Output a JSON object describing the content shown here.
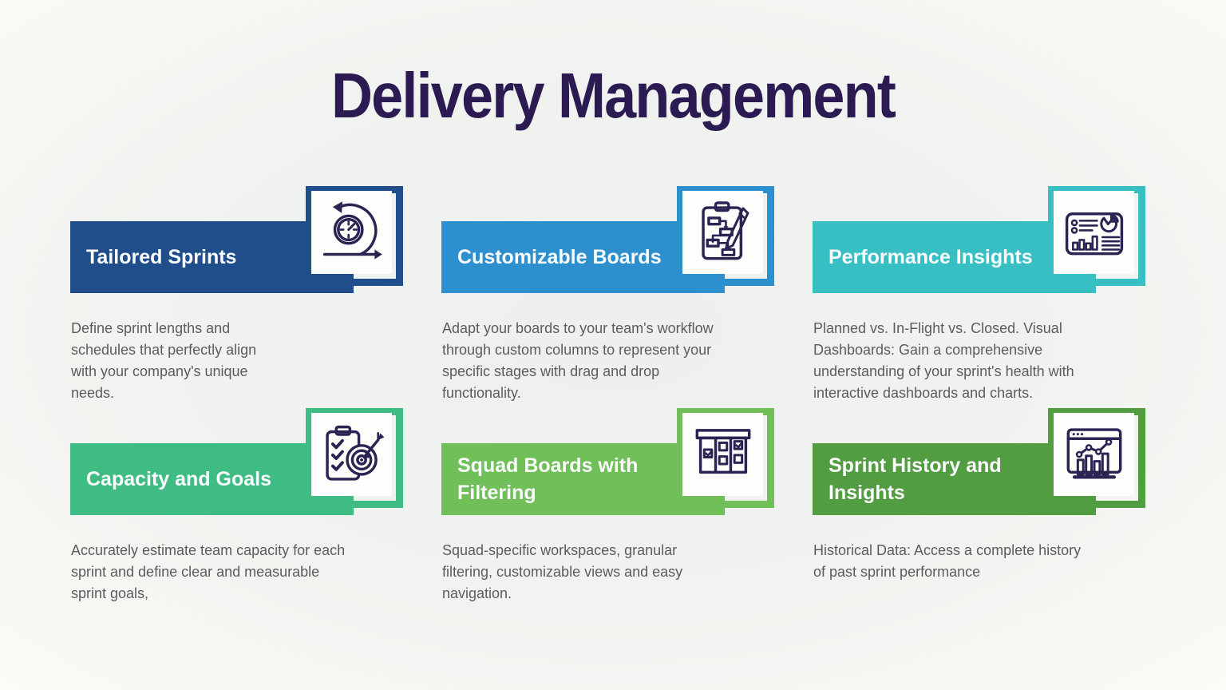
{
  "page": {
    "title": "Delivery Management",
    "colors": {
      "title": "#2b1b52",
      "body_text": "#5c5c60",
      "banner_text": "#fafcfd",
      "icon_stroke": "#2a2452",
      "icon_box_bg": "#fdfdfb",
      "background_center": "#edf0ed",
      "background_edge": "#fdfcf9"
    }
  },
  "cards": [
    {
      "title": "Tailored Sprints",
      "description": "Define sprint lengths and schedules that perfectly align with your company's unique needs.",
      "accent": "#1f4e8b",
      "icon": "sprint-cycle-icon"
    },
    {
      "title": "Customizable Boards",
      "description": "Adapt your boards to your team's workflow through custom columns to represent your specific stages with drag and drop functionality.",
      "accent": "#2e8fce",
      "icon": "workflow-clipboard-icon"
    },
    {
      "title": "Performance Insights",
      "description": "Planned vs. In-Flight vs. Closed. Visual Dashboards: Gain a comprehensive understanding of your sprint's health with interactive dashboards and charts.",
      "accent": "#38bfc4",
      "icon": "dashboard-charts-icon"
    },
    {
      "title": "Capacity and Goals",
      "description": "Accurately estimate team capacity for each sprint and define clear and measurable sprint goals,",
      "accent": "#3fbc83",
      "icon": "checklist-target-icon"
    },
    {
      "title": "Squad Boards with Filtering",
      "description": "Squad-specific workspaces, granular filtering, customizable views and easy navigation.",
      "accent": "#70bf58",
      "icon": "kanban-checkbox-icon"
    },
    {
      "title": "Sprint History and Insights",
      "description": "Historical Data: Access a complete history of past sprint performance",
      "accent": "#529c41",
      "icon": "history-chart-icon"
    }
  ]
}
